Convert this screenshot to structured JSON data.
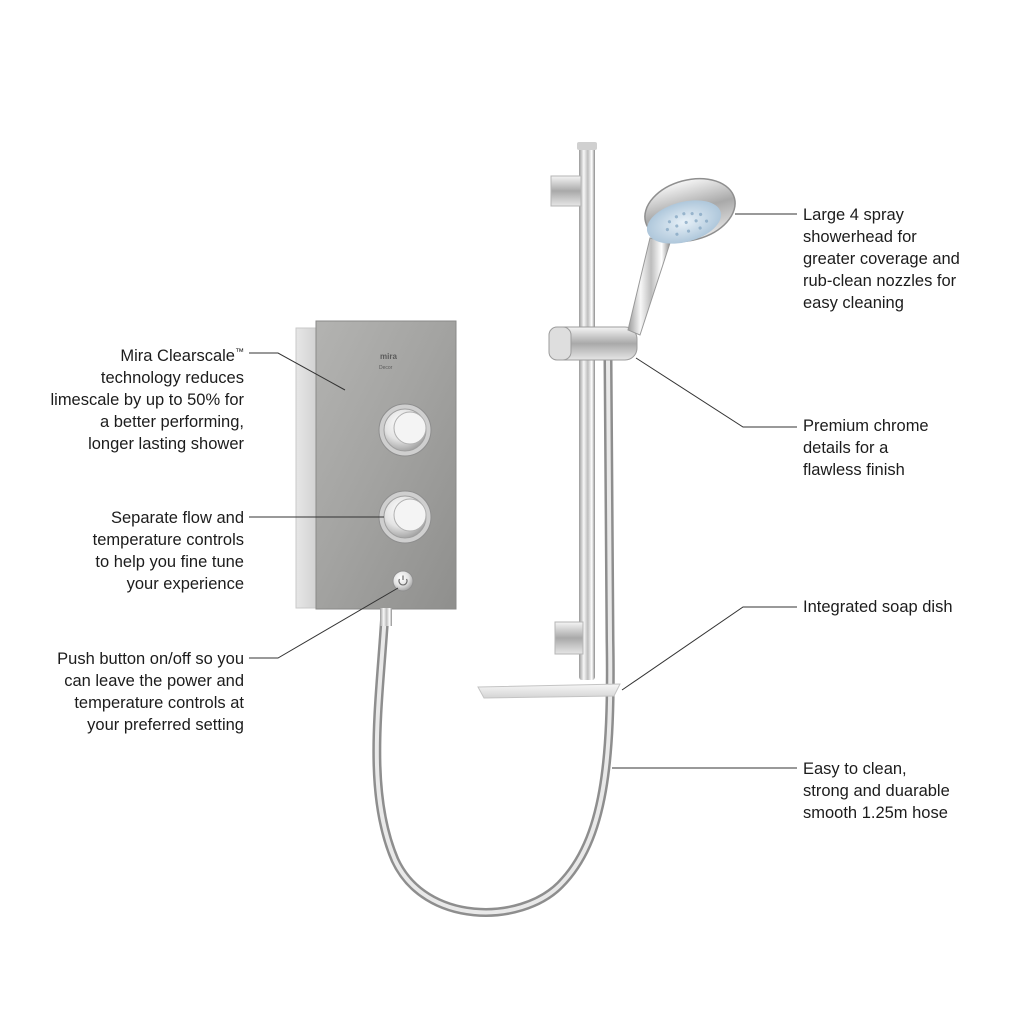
{
  "product": {
    "brand_logo": "mira",
    "model_logo": "Decor"
  },
  "callouts": {
    "clearscale": {
      "lines": [
        "Mira Clearscale",
        "technology reduces",
        "limescale by up to 50% for",
        "a better performing,",
        "longer lasting shower"
      ],
      "trademark": "™"
    },
    "controls": {
      "lines": [
        "Separate flow and",
        "temperature controls",
        "to help you fine tune",
        "your experience"
      ]
    },
    "push_button": {
      "lines": [
        "Push button on/off so you",
        "can leave the power and",
        "temperature controls at",
        "your preferred setting"
      ]
    },
    "showerhead": {
      "lines": [
        "Large 4 spray",
        "showerhead for",
        "greater coverage and",
        "rub-clean nozzles for",
        "easy cleaning"
      ]
    },
    "chrome": {
      "lines": [
        "Premium chrome",
        "details for a",
        "flawless finish"
      ]
    },
    "soap_dish": {
      "lines": [
        "Integrated soap dish"
      ]
    },
    "hose": {
      "lines": [
        "Easy to clean,",
        "strong and duarable",
        "smooth 1.25m hose"
      ]
    }
  },
  "colors": {
    "leader_line": "#333333",
    "panel_grey": "#9b9b99",
    "chrome_light": "#f2f2f2",
    "chrome_dark": "#8a8a8a",
    "spray_face": "#bcd3e4"
  }
}
